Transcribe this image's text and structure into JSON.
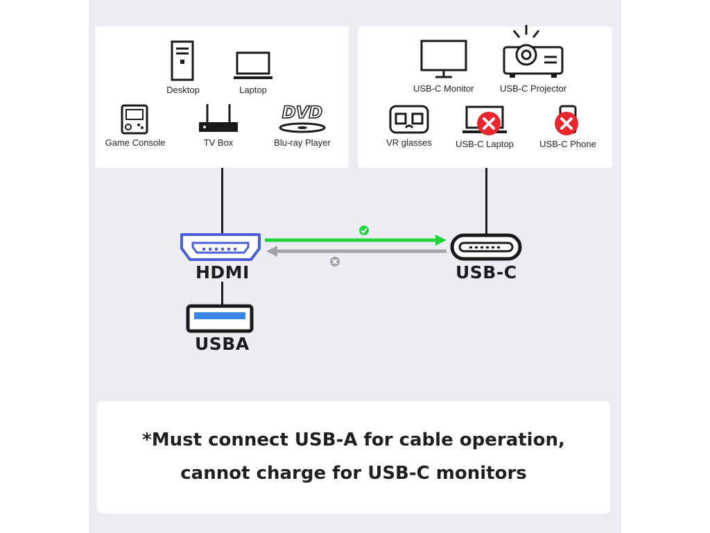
{
  "colors": {
    "background": "#ecedf3",
    "card": "#ffffff",
    "hdmi_blue": "#4b5fd6",
    "usba_blue": "#3a86e8",
    "arrow_green": "#22d33b",
    "arrow_gray": "#a4a4a4",
    "x_red": "#e8262b"
  },
  "left_devices": [
    {
      "label": "Desktop",
      "icon": "desktop-tower-icon"
    },
    {
      "label": "Laptop",
      "icon": "laptop-icon"
    },
    {
      "label": "Game Console",
      "icon": "game-console-icon"
    },
    {
      "label": "TV Box",
      "icon": "tv-box-icon"
    },
    {
      "label": "Blu-ray Player",
      "icon": "dvd-player-icon"
    }
  ],
  "dvd_logo": "DVD",
  "right_devices": [
    {
      "label": "USB-C Monitor",
      "icon": "monitor-icon",
      "supported": true
    },
    {
      "label": "USB-C Projector",
      "icon": "projector-icon",
      "supported": true
    },
    {
      "label": "VR glasses",
      "icon": "vr-glasses-icon",
      "supported": true
    },
    {
      "label": "USB-C Laptop",
      "icon": "laptop-icon",
      "supported": false
    },
    {
      "label": "USB-C Phone",
      "icon": "phone-icon",
      "supported": false
    }
  ],
  "ports": {
    "hdmi": "HDMI",
    "usba": "USBA",
    "usbc": "USB-C"
  },
  "arrows": {
    "forward": {
      "direction": "HDMI to USB-C",
      "status": "supported",
      "icon": "check-circle-icon"
    },
    "reverse": {
      "direction": "USB-C to HDMI",
      "status": "not-supported",
      "icon": "x-circle-icon"
    }
  },
  "note": {
    "line1": "*Must connect USB-A for cable operation,",
    "line2": "cannot charge for USB-C monitors"
  }
}
